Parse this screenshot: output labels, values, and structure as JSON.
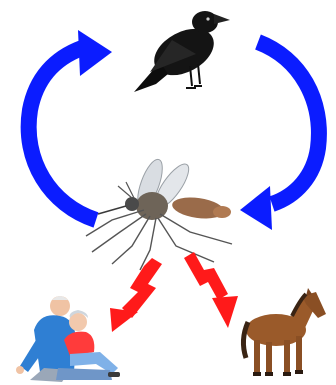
{
  "diagram": {
    "nodes": [
      {
        "id": "bird",
        "icon": "crow-icon",
        "color": "#111111"
      },
      {
        "id": "mosquito",
        "icon": "mosquito-icon",
        "color": "#7a5b44"
      },
      {
        "id": "humans",
        "icon": "elderly-couple-icon",
        "color": "#2f7fd3"
      },
      {
        "id": "horse",
        "icon": "horse-icon",
        "color": "#9a5a2a"
      }
    ],
    "cycle_arrows": [
      {
        "from": "mosquito",
        "to": "bird",
        "color": "#0b1cff"
      },
      {
        "from": "bird",
        "to": "mosquito",
        "color": "#0b1cff"
      }
    ],
    "transmission_arrows": [
      {
        "from": "mosquito",
        "to": "humans",
        "color": "#ff1a1a"
      },
      {
        "from": "mosquito",
        "to": "horse",
        "color": "#ff1a1a"
      }
    ]
  }
}
